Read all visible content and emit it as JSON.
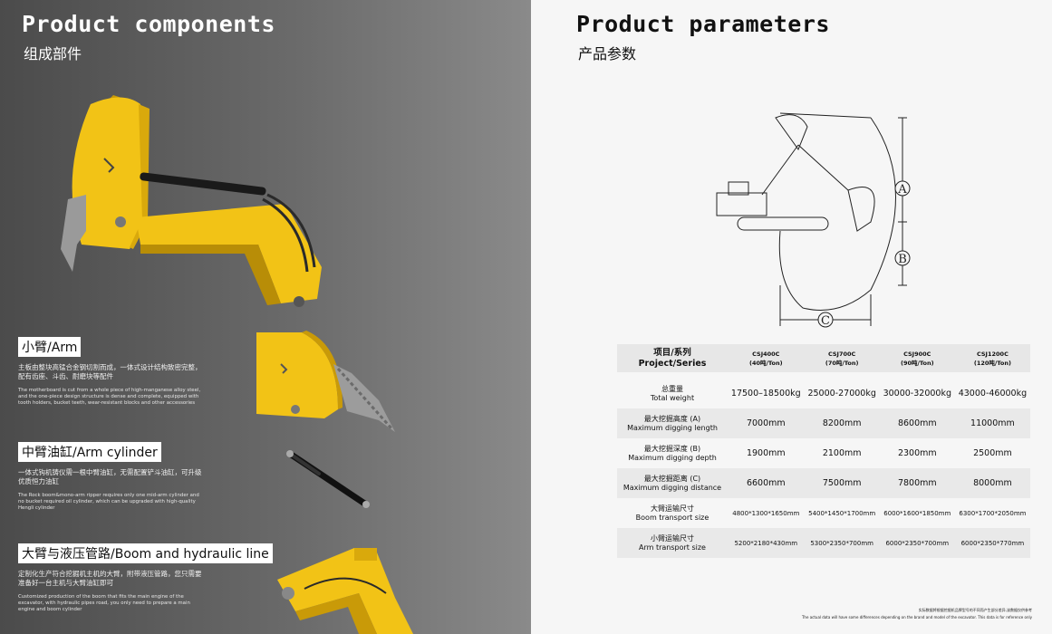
{
  "left": {
    "title": "Product components",
    "subtitle": "组成部件",
    "sections": [
      {
        "heading": "小臂/Arm",
        "cn": "主板由整块高锰合金钢切割而成，一体式设计结构致密完整，配有齿座、斗齿、耐磨块等配件",
        "en": "The motherboard is cut from a whole piece of high-manganese alloy steel, and the one-piece design structure is dense and complete, equipped with tooth holders, bucket teeth, wear-resistant blocks and other accessories"
      },
      {
        "heading": "中臂油缸/Arm cylinder",
        "cn": "一体式钩机铸仪需一根中臂油缸，无需配置铲斗油缸，可升级优质恒力油缸",
        "en": "The Rock boom&mono-arm ripper requires only one mid-arm cylinder and no bucket required oil cylinder, which can be upgraded with high-quality Hengli cylinder"
      },
      {
        "heading": "大臂与液压管路/Boom and hydraulic line",
        "cn": "定制化生产符合挖掘机主机的大臂，附带液压管路，您只需要准备好一台主机与大臂油缸即可",
        "en": "Customized production of the boom that fits the main engine of the excavator, with hydraulic pipes road, you only need to prepare a main engine and boom cylinder"
      }
    ]
  },
  "right": {
    "title": "Product parameters",
    "subtitle": "产品参数",
    "diagram_labels": [
      "A",
      "B",
      "C"
    ],
    "table": {
      "header_cn": "项目/系列",
      "header_en": "Project/Series",
      "models": [
        {
          "name": "CSJ400C",
          "ton": "(40吨/Ton)"
        },
        {
          "name": "CSJ700C",
          "ton": "(70吨/Ton)"
        },
        {
          "name": "CSJ900C",
          "ton": "(90吨/Ton)"
        },
        {
          "name": "CSJ1200C",
          "ton": "(120吨/Ton)"
        }
      ],
      "rows": [
        {
          "cn": "总重量",
          "en": "Total weight",
          "values": [
            "17500–18500kg",
            "25000-27000kg",
            "30000-32000kg",
            "43000-46000kg"
          ]
        },
        {
          "cn": "最大挖掘高度 (A)",
          "en": "Maximum digging length",
          "values": [
            "7000mm",
            "8200mm",
            "8600mm",
            "11000mm"
          ]
        },
        {
          "cn": "最大挖掘深度 (B)",
          "en": "Maximum digging depth",
          "values": [
            "1900mm",
            "2100mm",
            "2300mm",
            "2500mm"
          ]
        },
        {
          "cn": "最大挖掘距离 (C)",
          "en": "Maximum digging distance",
          "values": [
            "6600mm",
            "7500mm",
            "7800mm",
            "8000mm"
          ]
        },
        {
          "cn": "大臂运输尺寸",
          "en": "Boom transport size",
          "values": [
            "4800*1300*1650mm",
            "5400*1450*1700mm",
            "6000*1600*1850mm",
            "6300*1700*2050mm"
          ]
        },
        {
          "cn": "小臂运输尺寸",
          "en": "Arm transport size",
          "values": [
            "5200*2180*430mm",
            "5300*2350*700mm",
            "6000*2350*700mm",
            "6000*2350*770mm"
          ]
        }
      ]
    },
    "footnote_cn": "实际数据将根据挖掘机品牌型号的不同而产生部分差异,该数据仅供参考",
    "footnote_en": "The actual data will have some differences depending on the brand and model of the excavator. This data is for reference only"
  },
  "colors": {
    "accent_yellow": "#f2c316",
    "dark_bg": "#4b4b4b",
    "table_gray": "#e7e7e7"
  }
}
